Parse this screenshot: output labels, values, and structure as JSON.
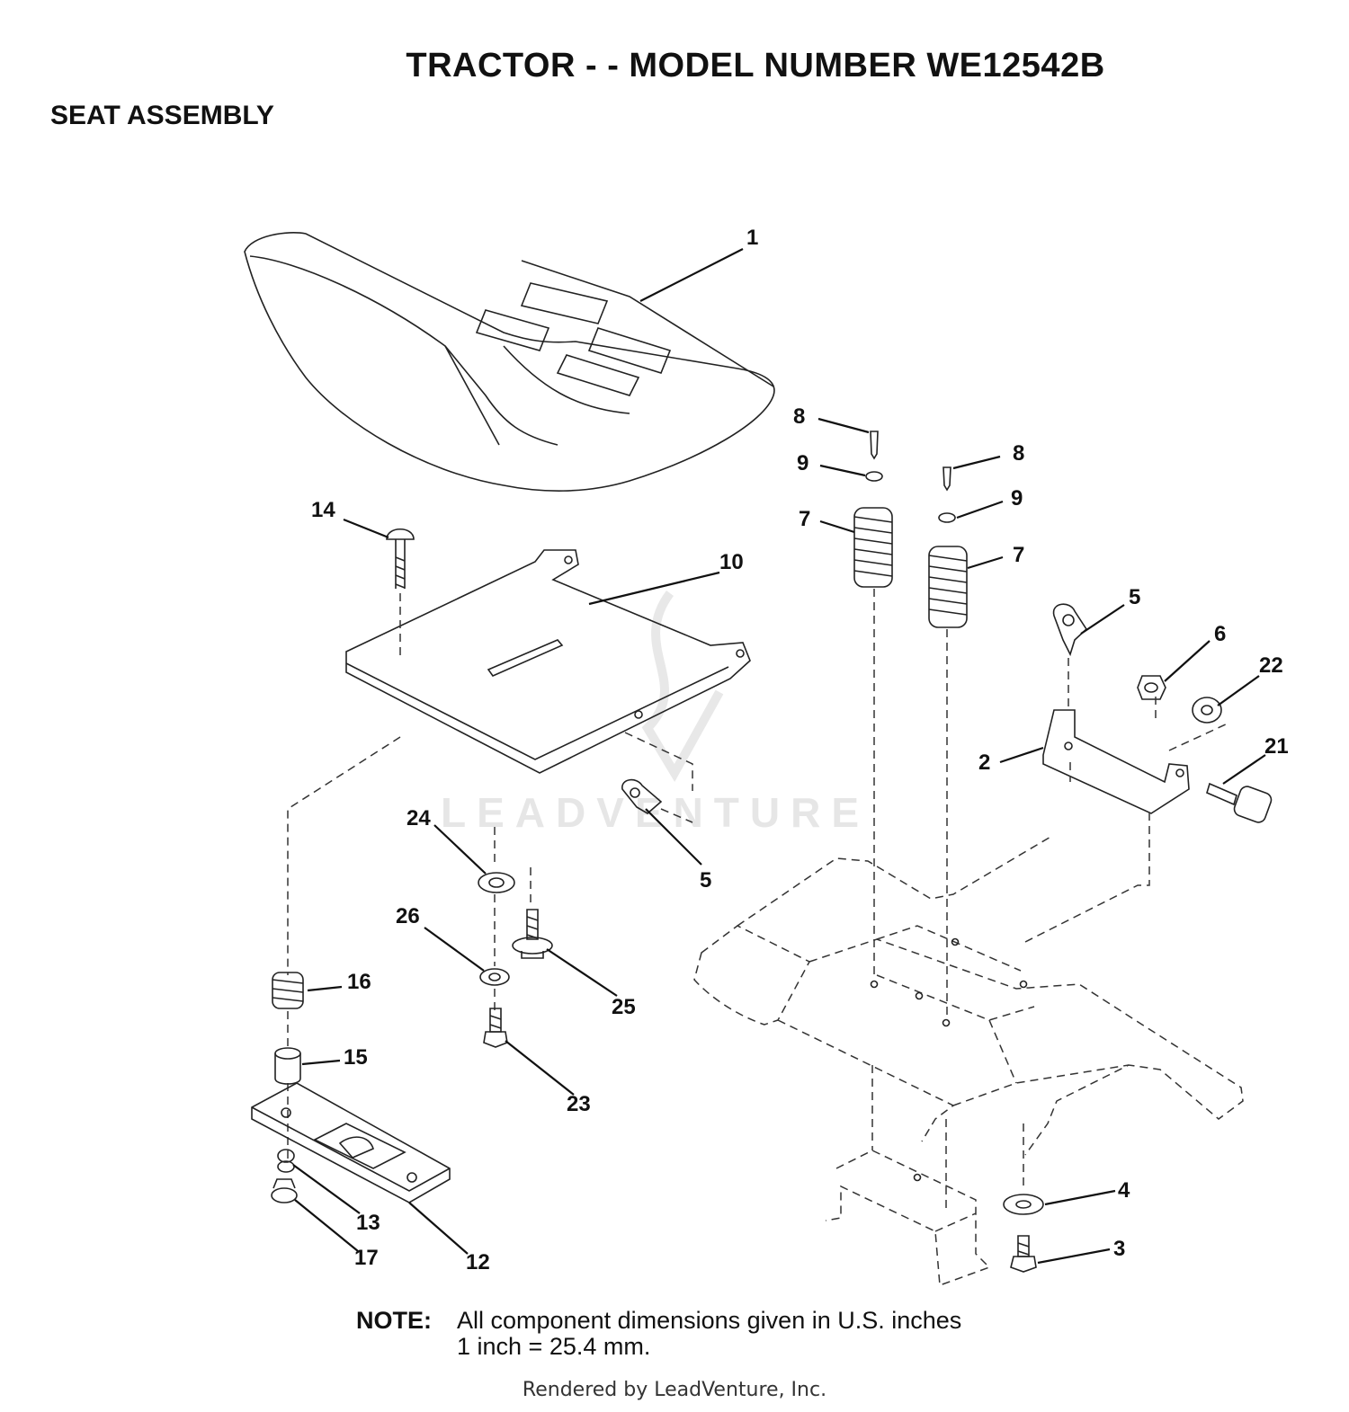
{
  "header": {
    "title": "TRACTOR - - MODEL NUMBER WE12542B",
    "section": "SEAT ASSEMBLY"
  },
  "watermark": "LEADVENTURE",
  "callouts": {
    "c1": "1",
    "c2": "2",
    "c3": "3",
    "c4": "4",
    "c5a": "5",
    "c5b": "5",
    "c6": "6",
    "c7a": "7",
    "c7b": "7",
    "c8a": "8",
    "c8b": "8",
    "c9a": "9",
    "c9b": "9",
    "c10": "10",
    "c12": "12",
    "c13": "13",
    "c14": "14",
    "c15": "15",
    "c16": "16",
    "c17": "17",
    "c21": "21",
    "c22": "22",
    "c23": "23",
    "c24": "24",
    "c25": "25",
    "c26": "26"
  },
  "note": {
    "label": "NOTE:",
    "line1": "All component dimensions given in U.S. inches",
    "line2": "1 inch = 25.4 mm."
  },
  "footer": "Rendered by LeadVenture, Inc."
}
